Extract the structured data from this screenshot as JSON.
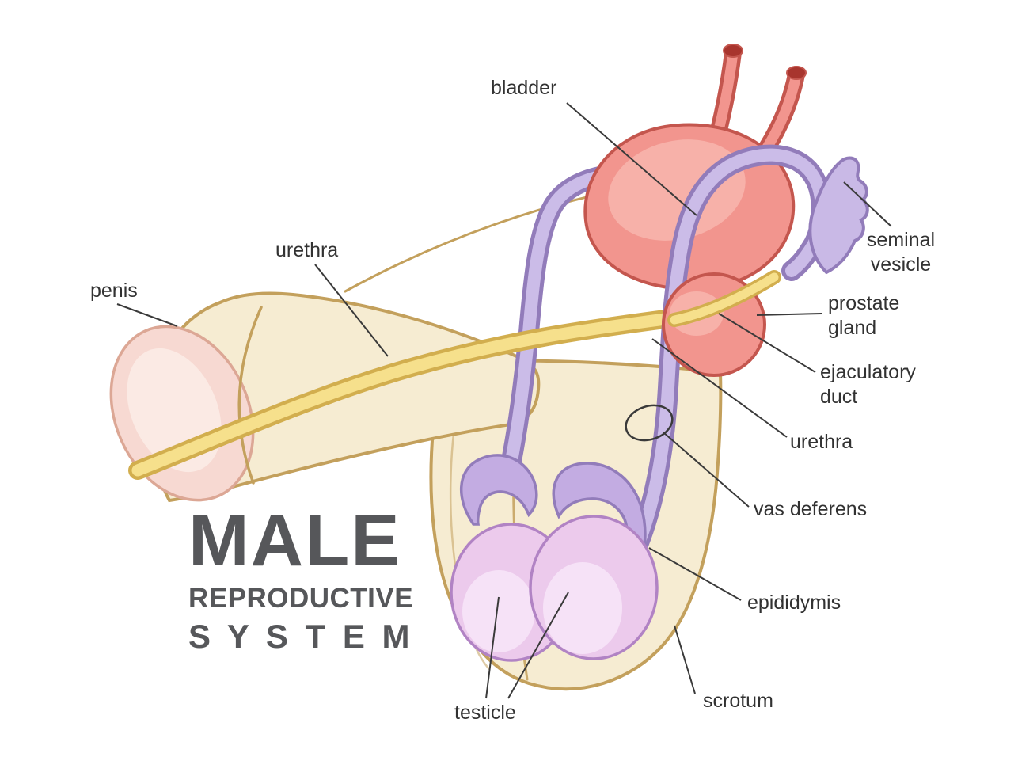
{
  "title": {
    "line1": "MALE",
    "line2": "REPRODUCTIVE",
    "line3": "S Y S T E M"
  },
  "labels": {
    "penis": "penis",
    "urethra_left": "urethra",
    "bladder": "bladder",
    "seminal_vesicle": "seminal vesicle",
    "prostate_gland": "prostate gland",
    "ejaculatory_duct": "ejaculatory duct",
    "urethra_right": "urethra",
    "vas_deferens": "vas deferens",
    "epididymis": "epididymis",
    "scrotum": "scrotum",
    "testicle": "testicle"
  },
  "colors": {
    "background": "#ffffff",
    "label_text": "#323232",
    "title_text": "#56575a",
    "leader_line": "#3a3a3a",
    "skin_fill": "#f6ecd2",
    "skin_stroke": "#c3a05c",
    "glans_fill": "#f7d9d2",
    "glans_stroke": "#dca795",
    "glans_highlight": "#fbeae4",
    "urethra_outer": "#d2ae4e",
    "urethra_inner": "#f6e08c",
    "bladder_fill": "#f2958e",
    "bladder_stroke": "#c4564e",
    "bladder_highlight": "#f7b1a9",
    "ureter_opening": "#a8352e",
    "duct_outer": "#927cba",
    "duct_inner": "#cbbce8",
    "vesicle_fill": "#c9b9e6",
    "testis_fill": "#eccaec",
    "testis_stroke": "#b183c4",
    "testis_highlight": "#f6e2f7",
    "epididymis_fill": "#c3ace2"
  }
}
